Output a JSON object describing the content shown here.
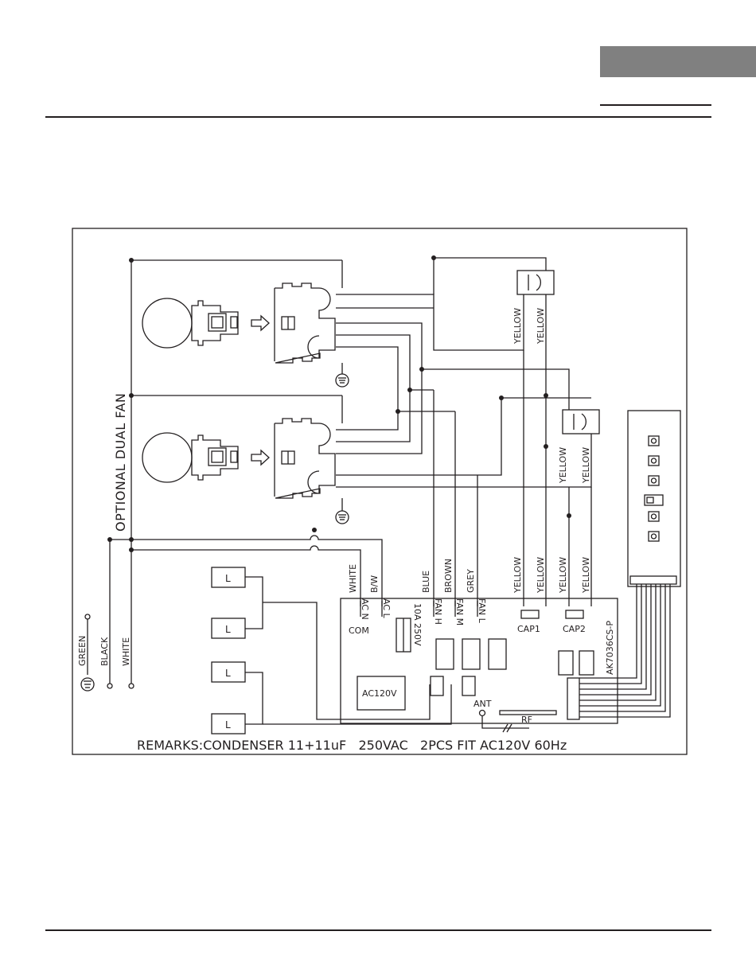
{
  "diagram": {
    "optional_label": "OPTIONAL DUAL FAN",
    "supply_wires": [
      "GREEN",
      "BLACK",
      "WHITE"
    ],
    "board_input_wires": [
      "WHITE",
      "B/W"
    ],
    "fan_wires": [
      "BLUE",
      "BROWN",
      "GREY"
    ],
    "cap_wires_upper": [
      "YELLOW",
      "YELLOW"
    ],
    "cap_wires_lower": [
      "YELLOW",
      "YELLOW"
    ],
    "board_cap_wires": [
      "YELLOW",
      "YELLOW",
      "YELLOW",
      "YELLOW"
    ],
    "terminals": {
      "ac_n": "AC N",
      "ac_l": "AC L",
      "com": "COM",
      "fan_h": "FAN H",
      "fan_m": "FAN M",
      "fan_l": "FAN L",
      "fuse": "10A 250V",
      "cap1": "CAP1",
      "cap2": "CAP2",
      "ant": "ANT",
      "rf": "RF",
      "board_model": "AK7036CS-P",
      "power_block": "AC120V"
    },
    "lamp_label": "L",
    "remarks": "REMARKS:CONDENSER 11+11uF   250VAC   2PCS FIT AC120V 60Hz"
  }
}
